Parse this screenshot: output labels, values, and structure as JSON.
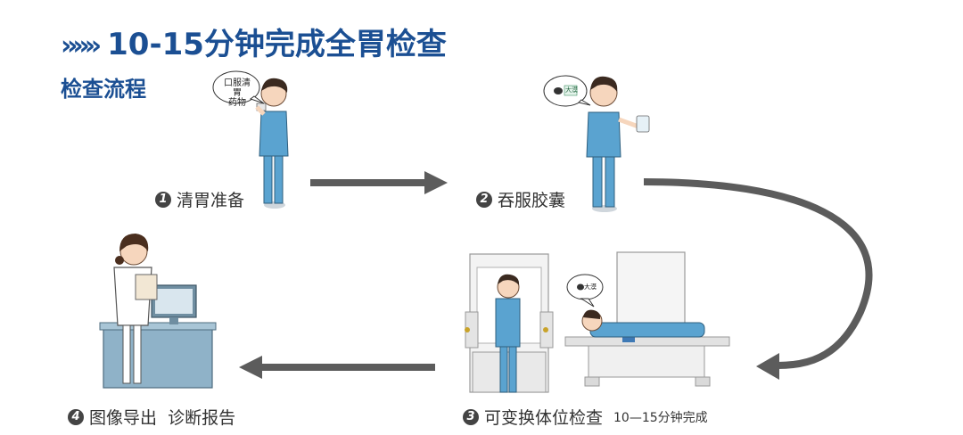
{
  "header": {
    "chevrons": "»»»",
    "title": "10-15分钟完成全胃检查",
    "subtitle": "检查流程"
  },
  "steps": [
    {
      "num": "1",
      "label": "清胃准备",
      "bubble": [
        "口服清胃",
        "药物"
      ]
    },
    {
      "num": "2",
      "label": "吞服胶囊",
      "bubble": [
        "大漠"
      ]
    },
    {
      "num": "3",
      "label": "可变换体位检查",
      "extra": "10—15分钟完成",
      "bubble": [
        "大漠"
      ]
    },
    {
      "num": "4",
      "label": "图像导出  诊断报告"
    }
  ],
  "colors": {
    "accent": "#1b4f93",
    "scrubs": "#5aa3d0",
    "arrow": "#5c5c5c",
    "desk": "#8fb2c8"
  }
}
